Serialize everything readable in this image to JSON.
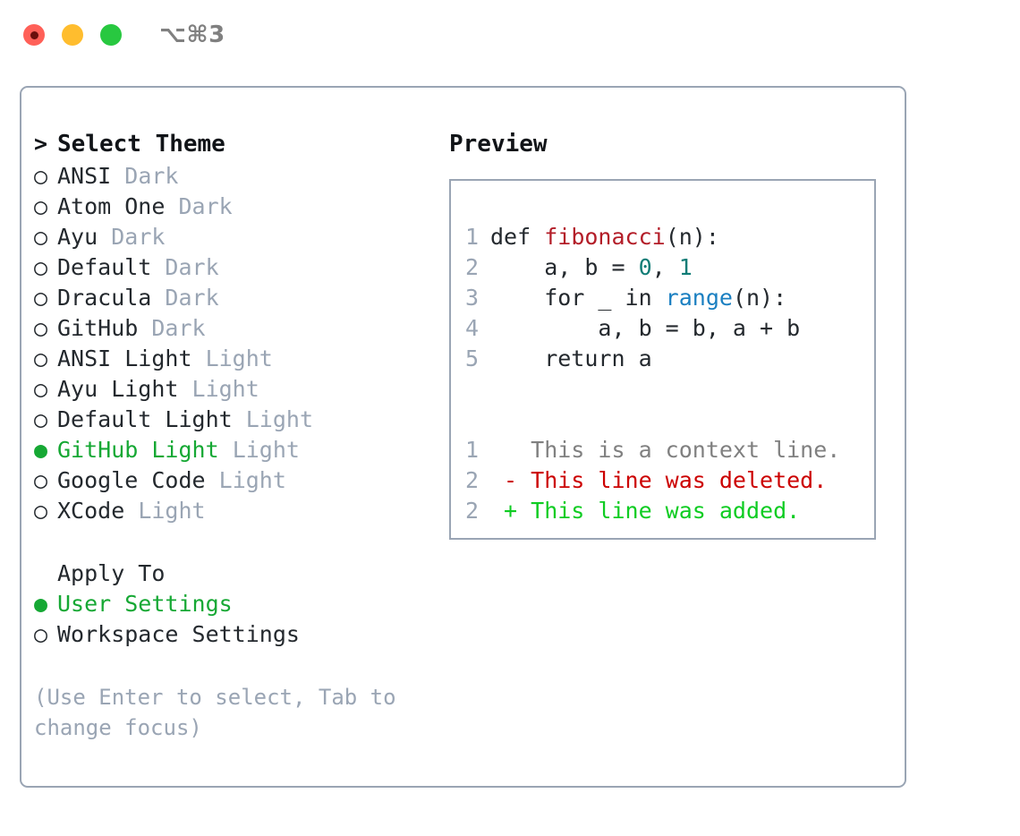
{
  "titlebar": {
    "shortcut": "⌥⌘3",
    "lights": [
      {
        "name": "close",
        "color": "#ff6058"
      },
      {
        "name": "minimize",
        "color": "#ffbd2e"
      },
      {
        "name": "maximize",
        "color": "#28c840"
      }
    ]
  },
  "theme_list": {
    "header": {
      "marker": ">",
      "label": "Select Theme"
    },
    "markers": {
      "selected": "●",
      "unselected": "○"
    },
    "items": [
      {
        "marker": "○",
        "label": "ANSI",
        "suffix": "Dark",
        "selected": false
      },
      {
        "marker": "○",
        "label": "Atom One",
        "suffix": "Dark",
        "selected": false
      },
      {
        "marker": "○",
        "label": "Ayu",
        "suffix": "Dark",
        "selected": false
      },
      {
        "marker": "○",
        "label": "Default",
        "suffix": "Dark",
        "selected": false
      },
      {
        "marker": "○",
        "label": "Dracula",
        "suffix": "Dark",
        "selected": false
      },
      {
        "marker": "○",
        "label": "GitHub",
        "suffix": "Dark",
        "selected": false
      },
      {
        "marker": "○",
        "label": "ANSI Light",
        "suffix": "Light",
        "selected": false
      },
      {
        "marker": "○",
        "label": "Ayu Light",
        "suffix": "Light",
        "selected": false
      },
      {
        "marker": "○",
        "label": "Default Light",
        "suffix": "Light",
        "selected": false
      },
      {
        "marker": "●",
        "label": "GitHub Light",
        "suffix": "Light",
        "selected": true
      },
      {
        "marker": "○",
        "label": "Google Code",
        "suffix": "Light",
        "selected": false
      },
      {
        "marker": "○",
        "label": "XCode",
        "suffix": "Light",
        "selected": false
      }
    ]
  },
  "apply_to": {
    "title": "Apply To",
    "items": [
      {
        "marker": "●",
        "label": "User Settings",
        "selected": true
      },
      {
        "marker": "○",
        "label": "Workspace Settings",
        "selected": false
      }
    ]
  },
  "hint": "(Use Enter to select, Tab to change focus)",
  "preview": {
    "title": "Preview",
    "code_lines": [
      {
        "no": "1",
        "segments": [
          {
            "text": "def ",
            "kind": "plain"
          },
          {
            "text": "fibonacci",
            "kind": "fn"
          },
          {
            "text": "(n):",
            "kind": "plain"
          }
        ]
      },
      {
        "no": "2",
        "segments": [
          {
            "text": "    a, b = ",
            "kind": "plain"
          },
          {
            "text": "0",
            "kind": "num"
          },
          {
            "text": ", ",
            "kind": "plain"
          },
          {
            "text": "1",
            "kind": "num"
          }
        ]
      },
      {
        "no": "3",
        "segments": [
          {
            "text": "    for _ in ",
            "kind": "plain"
          },
          {
            "text": "range",
            "kind": "call"
          },
          {
            "text": "(n):",
            "kind": "plain"
          }
        ]
      },
      {
        "no": "4",
        "segments": [
          {
            "text": "        a, b = b, a + b",
            "kind": "plain"
          }
        ]
      },
      {
        "no": "5",
        "segments": [
          {
            "text": "    return a",
            "kind": "plain"
          }
        ]
      }
    ],
    "diff_lines": [
      {
        "no": "1",
        "text": "   This is a context line.",
        "kind": "ctx"
      },
      {
        "no": "2",
        "text": " - This line was deleted.",
        "kind": "del"
      },
      {
        "no": "2",
        "text": " + This line was added.",
        "kind": "add"
      }
    ]
  },
  "colors": {
    "accent_green": "#16a834",
    "muted": "#9aa5b4",
    "text": "#24292e",
    "fn_red": "#b31d28",
    "num_teal": "#0f7c76",
    "call_blue": "#1a7fc1",
    "diff_del": "#cc0000",
    "diff_add": "#0ecc22"
  }
}
